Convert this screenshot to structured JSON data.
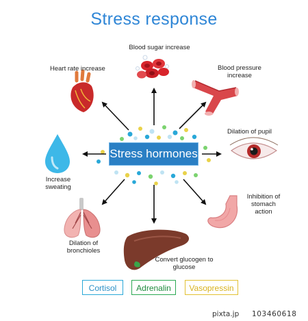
{
  "title": "Stress response",
  "center": {
    "label": "Stress hormones"
  },
  "effects": {
    "blood_sugar": "Blood sugar increase",
    "heart_rate": "Heart rate increase",
    "blood_pressure": "Blood pressure increase",
    "pupil": "Dilation of pupil",
    "sweating": "Increase sweating",
    "stomach": "Inhibition of stomach action",
    "bronchioles": "Dilation of bronchioles",
    "glucogen": "Convert glucogen to glucose"
  },
  "legend": [
    {
      "label": "Cortisol",
      "color": "#29a8d8"
    },
    {
      "label": "Adrenalin",
      "color": "#2aa852"
    },
    {
      "label": "Vasopressin",
      "color": "#e2c132"
    }
  ],
  "footer": {
    "brand": "pixta.jp",
    "stock_id": "103460618"
  }
}
